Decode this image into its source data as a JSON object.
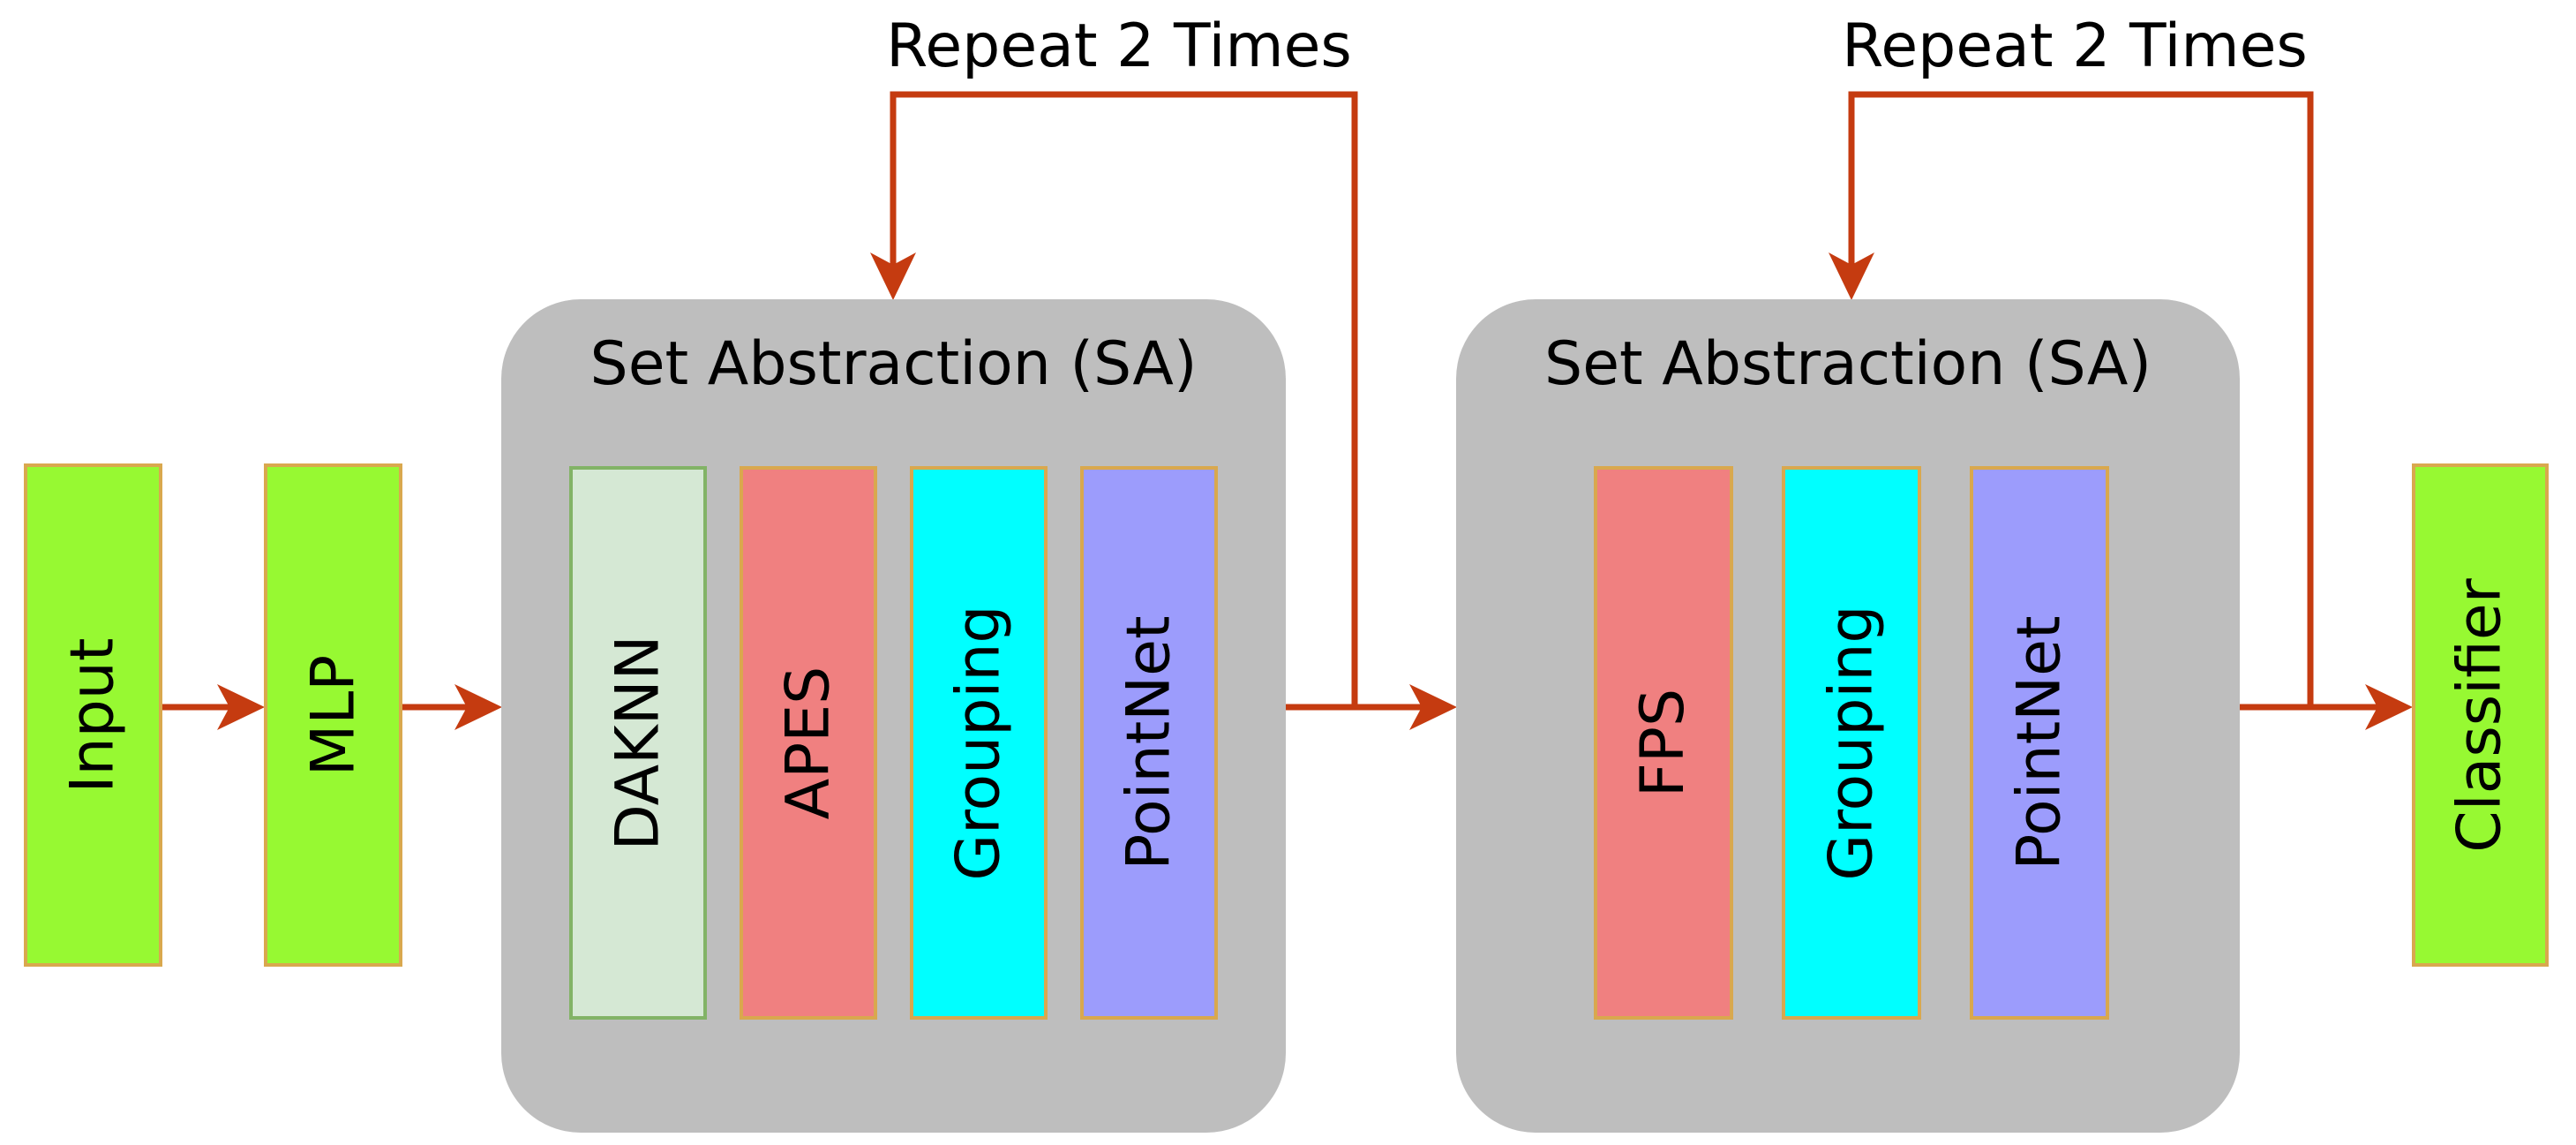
{
  "diagram": {
    "repeat_labels": [
      "Repeat 2 Times",
      "Repeat 2 Times"
    ],
    "input_label": "Input",
    "mlp_label": "MLP",
    "classifier_label": "Classifier",
    "sa_blocks": [
      {
        "title": "Set Abstraction (SA)",
        "modules": [
          "DAKNN",
          "APES",
          "Grouping",
          "PointNet"
        ]
      },
      {
        "title": "Set Abstraction (SA)",
        "modules": [
          "FPS",
          "Grouping",
          "PointNet"
        ]
      }
    ],
    "colors": {
      "arrow_red": "#C53B10",
      "bright_green": "#97F932",
      "box_border_tan": "#D9A84E",
      "pale_green": "#D5E8D4",
      "pale_green_border": "#82B366",
      "salmon": "#F08080",
      "cyan": "#00FFFF",
      "periwinkle": "#9C9CFC",
      "sa_gray": "#BEBEBE",
      "text_black": "#000000"
    }
  }
}
